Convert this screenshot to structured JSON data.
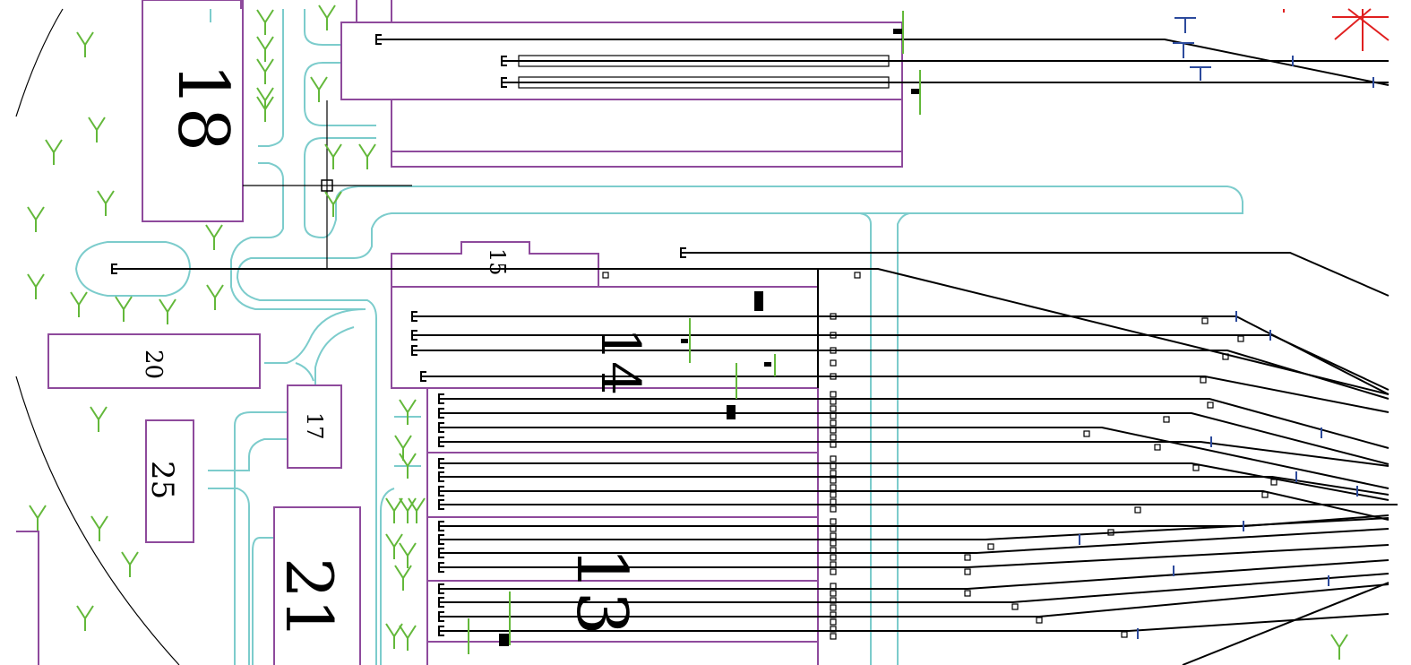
{
  "drawing": {
    "block_labels": {
      "b18": "18",
      "b15": "15",
      "b14": "14",
      "b20": "20",
      "b17": "17",
      "b25": "25",
      "b21": "21",
      "b13": "13"
    },
    "colors": {
      "building_outline": "#8e4a9c",
      "road": "#7ccccc",
      "track": "#000000",
      "signal": "#2c4a9c",
      "tree": "#63b83a",
      "marker": "#e02020"
    }
  }
}
